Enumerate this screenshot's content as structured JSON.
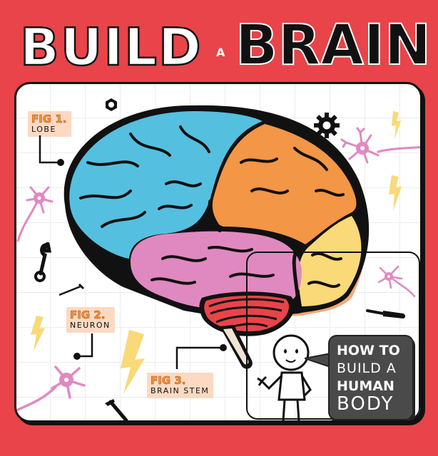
{
  "cover": {
    "title": {
      "word1": "BUILD",
      "connector": "A",
      "word2": "BRAIN"
    },
    "colors": {
      "background": "#e8444a",
      "frontal_lobe": "#55bfe0",
      "parietal_lobe": "#f39645",
      "temporal_lobe": "#e089c0",
      "occipital_lobe": "#f9d978",
      "cerebellum": "#e8444a",
      "brain_stem": "#f1e4d3",
      "fig_label_bg": "#fbd9c2",
      "fig_number": "#f0913c",
      "bubble_bg": "#4a4a4a"
    },
    "figures": [
      {
        "number": "FIG 1.",
        "label": "LOBE"
      },
      {
        "number": "FIG 2.",
        "label": "NEURON"
      },
      {
        "number": "FIG 3.",
        "label": "BRAIN STEM"
      }
    ],
    "series_badge": {
      "line1": "HOW TO",
      "line2": "BUILD A",
      "line3": "HUMAN",
      "line4": "BODY"
    },
    "icons": [
      "nut-icon",
      "gear-icon",
      "wrench-icon",
      "screwdriver-icon",
      "hammer-icon",
      "nail-icon",
      "lightning-icon",
      "neuron-icon",
      "stick-figure-icon"
    ]
  }
}
